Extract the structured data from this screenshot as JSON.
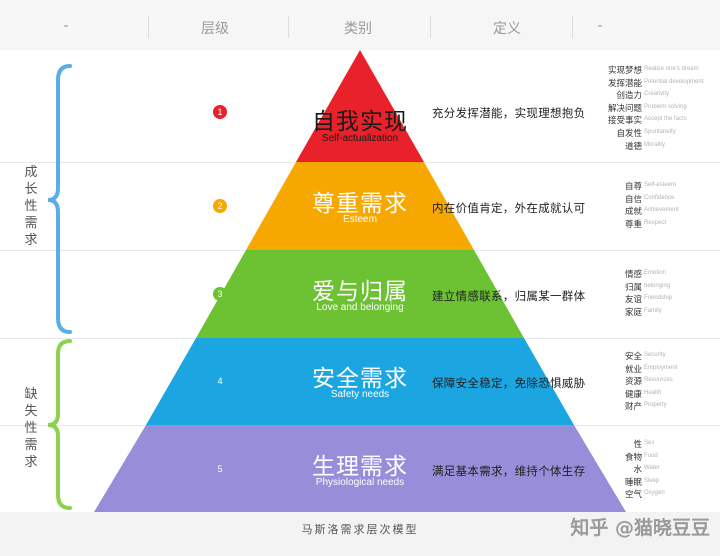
{
  "header": {
    "left_dash": "-",
    "col_level": "层级",
    "col_category": "类别",
    "col_definition": "定义",
    "right_dash": "-"
  },
  "groups": {
    "growth": "成长性需求",
    "deficiency": "缺失性需求"
  },
  "colors": {
    "red": "#e8212a",
    "orange": "#f7a800",
    "green": "#6cc233",
    "blue": "#1ba6e2",
    "purple": "#968ed9",
    "brace_blue": "#5aaee8",
    "brace_green": "#8fd14f"
  },
  "tiers": [
    {
      "number": "1",
      "name_cn": "自我实现",
      "name_en": "Self-actualization",
      "definition": "充分发挥潜能，实现理想抱负",
      "keywords": [
        {
          "cn": "实现梦想",
          "en": "Realize one's dream"
        },
        {
          "cn": "发挥潜能",
          "en": "Potential development"
        },
        {
          "cn": "创造力",
          "en": "Creativity"
        },
        {
          "cn": "解决问题",
          "en": "Problem solving"
        },
        {
          "cn": "接受事实",
          "en": "Accept the facts"
        },
        {
          "cn": "自发性",
          "en": "Spontaneity"
        },
        {
          "cn": "道德",
          "en": "Morality"
        }
      ]
    },
    {
      "number": "2",
      "name_cn": "尊重需求",
      "name_en": "Esteem",
      "definition": "内在价值肯定，外在成就认可",
      "keywords": [
        {
          "cn": "自尊",
          "en": "Self-esteem"
        },
        {
          "cn": "自信",
          "en": "Confidence"
        },
        {
          "cn": "成就",
          "en": "Achievement"
        },
        {
          "cn": "尊重",
          "en": "Respect"
        }
      ]
    },
    {
      "number": "3",
      "name_cn": "爱与归属",
      "name_en": "Love and belonging",
      "definition": "建立情感联系，归属某一群体",
      "keywords": [
        {
          "cn": "情感",
          "en": "Emotion"
        },
        {
          "cn": "归属",
          "en": "belonging"
        },
        {
          "cn": "友谊",
          "en": "Friendship"
        },
        {
          "cn": "家庭",
          "en": "Family"
        }
      ]
    },
    {
      "number": "4",
      "name_cn": "安全需求",
      "name_en": "Safety needs",
      "definition": "保障安全稳定，免除恐惧威胁",
      "keywords": [
        {
          "cn": "安全",
          "en": "Security"
        },
        {
          "cn": "就业",
          "en": "Employment"
        },
        {
          "cn": "资源",
          "en": "Resources"
        },
        {
          "cn": "健康",
          "en": "Health"
        },
        {
          "cn": "财产",
          "en": "Property"
        }
      ]
    },
    {
      "number": "5",
      "name_cn": "生理需求",
      "name_en": "Physiological needs",
      "definition": "满足基本需求，维持个体生存",
      "keywords": [
        {
          "cn": "性",
          "en": "Sex"
        },
        {
          "cn": "食物",
          "en": "Food"
        },
        {
          "cn": "水",
          "en": "Water"
        },
        {
          "cn": "睡眠",
          "en": "Sleep"
        },
        {
          "cn": "空气",
          "en": "Oxygen"
        }
      ]
    }
  ],
  "footer": {
    "title": "马斯洛需求层次模型",
    "watermark": "知乎 @猫晓豆豆"
  }
}
